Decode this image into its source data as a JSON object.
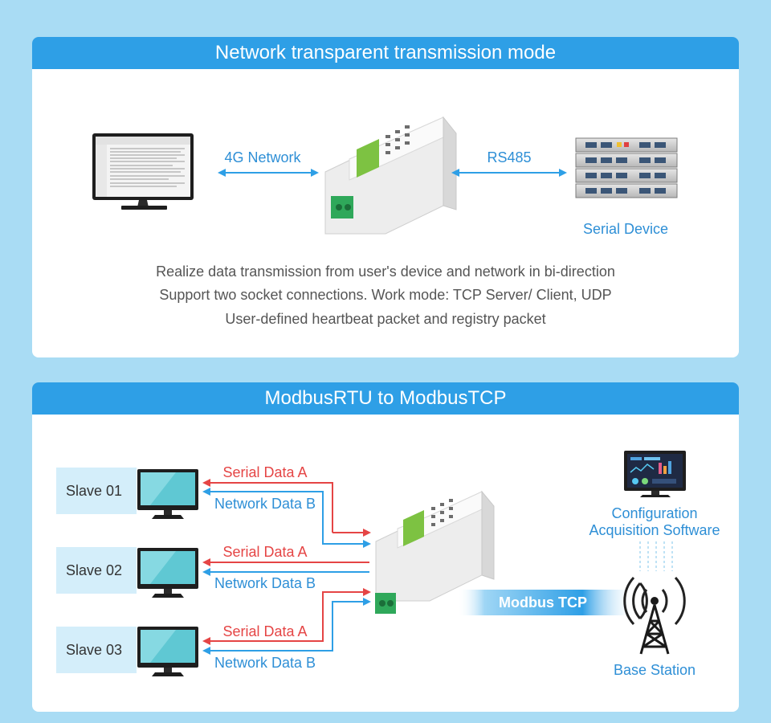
{
  "panel1": {
    "title": "Network transparent transmission mode",
    "network_label": "4G Network",
    "rs485_label": "RS485",
    "serial_device_label": "Serial Device",
    "lines": [
      "Realize data transmission from user's device and network in bi-direction",
      "Support two socket connections. Work mode:  TCP Server/ Client, UDP",
      "User-defined heartbeat packet and registry packet"
    ]
  },
  "panel2": {
    "title": "ModbusRTU to ModbusTCP",
    "slaves": [
      {
        "name": "Slave 01",
        "serial": "Serial Data A",
        "network": "Network Data B"
      },
      {
        "name": "Slave 02",
        "serial": "Serial Data A",
        "network": "Network Data B"
      },
      {
        "name": "Slave 03",
        "serial": "Serial Data A",
        "network": "Network Data B"
      }
    ],
    "modbus_tcp_label": "Modbus TCP",
    "software_label_line1": "Configuration",
    "software_label_line2": "Acquisition Software",
    "base_station_label": "Base Station"
  },
  "colors": {
    "background": "#a9dcf4",
    "header": "#2e9fe6",
    "arrow_blue": "#2e9fe6",
    "arrow_red": "#e54545",
    "device_green": "#7dc242"
  }
}
